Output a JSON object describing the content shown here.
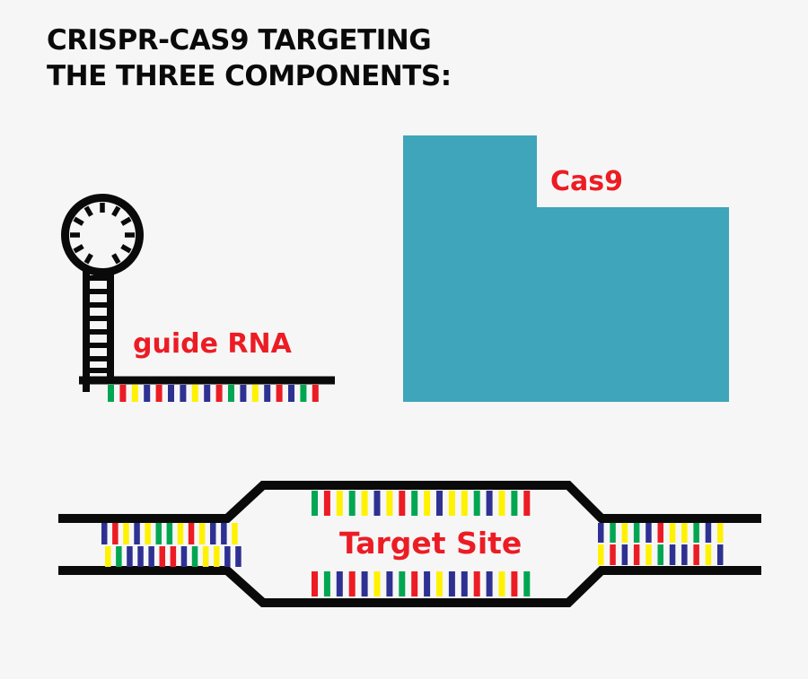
{
  "title": {
    "line1": "CRISPR-CAS9 TARGETING",
    "line2": "THE THREE COMPONENTS:"
  },
  "labels": {
    "guide_rna": "guide RNA",
    "cas9": "Cas9",
    "target_site": "Target Site"
  },
  "colors": {
    "background": "#f6f6f6",
    "ink": "#0a0a0a",
    "label_red": "#ec1c24",
    "cas9_fill": "#3ea5ba",
    "bases": {
      "green": "#00a651",
      "red": "#ec1c24",
      "yellow": "#fff200",
      "blue": "#2e3192"
    }
  },
  "guide_rna": {
    "ticks": [
      "green",
      "red",
      "yellow",
      "blue",
      "red",
      "blue",
      "blue",
      "yellow",
      "blue",
      "red",
      "green",
      "blue",
      "yellow",
      "blue",
      "red",
      "blue",
      "green",
      "red"
    ]
  },
  "dna": {
    "left": {
      "top": [
        "blue",
        "red",
        "yellow",
        "blue",
        "yellow",
        "green",
        "green",
        "yellow",
        "red",
        "yellow",
        "blue",
        "blue",
        "yellow"
      ],
      "bottom": [
        "yellow",
        "green",
        "blue",
        "blue",
        "blue",
        "red",
        "red",
        "blue",
        "green",
        "yellow",
        "yellow",
        "blue",
        "blue"
      ]
    },
    "bubble": {
      "top": [
        "green",
        "red",
        "yellow",
        "green",
        "yellow",
        "blue",
        "yellow",
        "red",
        "green",
        "yellow",
        "blue",
        "yellow",
        "yellow",
        "green",
        "blue",
        "yellow",
        "green",
        "red"
      ],
      "bottom": [
        "red",
        "green",
        "blue",
        "red",
        "blue",
        "yellow",
        "blue",
        "green",
        "red",
        "blue",
        "yellow",
        "blue",
        "blue",
        "red",
        "blue",
        "yellow",
        "red",
        "green"
      ]
    },
    "right": {
      "top": [
        "blue",
        "green",
        "yellow",
        "green",
        "blue",
        "red",
        "yellow",
        "yellow",
        "green",
        "blue",
        "yellow"
      ],
      "bottom": [
        "yellow",
        "red",
        "blue",
        "red",
        "yellow",
        "green",
        "blue",
        "blue",
        "red",
        "yellow",
        "blue"
      ]
    }
  }
}
